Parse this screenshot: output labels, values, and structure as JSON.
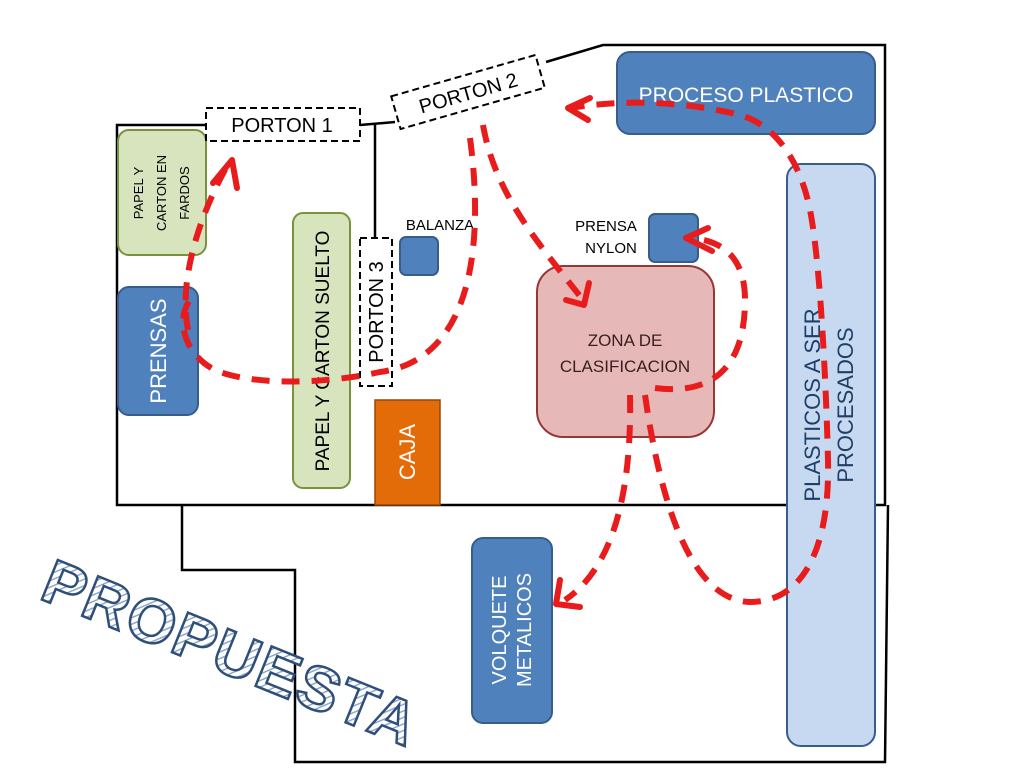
{
  "colors": {
    "blue_fill": "#4F81BD",
    "blue_stroke": "#385D8A",
    "green_fill": "#D7E4BD",
    "green_stroke": "#77933C",
    "pink_fill": "#E6B9B8",
    "pink_stroke": "#953735",
    "light_blue_fill": "#C6D9F1",
    "orange_fill": "#E36C09",
    "arrow_red": "#E81C1C",
    "outline": "#000000"
  },
  "gates": {
    "porton1": "PORTON 1",
    "porton2": "PORTON 2",
    "porton3": "PORTON 3"
  },
  "areas": {
    "proceso_plastico": "PROCESO PLASTICO",
    "papel_carton_fardos": [
      "PAPEL Y",
      "CARTON EN",
      "FARDOS"
    ],
    "prensas": "PRENSAS",
    "papel_carton_suelto": "PAPEL Y CARTON SUELTO",
    "caja": "CAJA",
    "balanza": "BALANZA",
    "prensa_nylon": [
      "PRENSA",
      "NYLON"
    ],
    "zona_clasificacion": [
      "ZONA DE",
      "CLASIFICACION"
    ],
    "plasticos_procesados": [
      "PLASTICOS A SER",
      "PROCESADOS"
    ],
    "volquete_metalicos": [
      "VOLQUETE",
      "METALICOS"
    ]
  },
  "watermark": "PROPUESTA"
}
